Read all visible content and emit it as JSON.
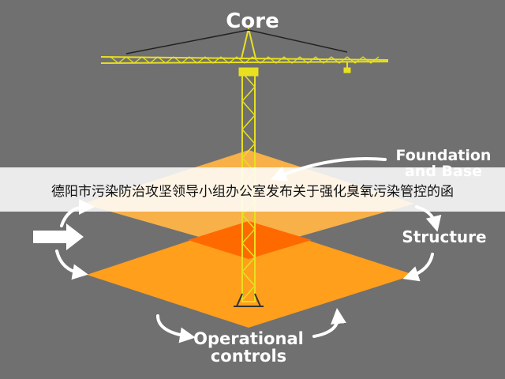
{
  "diagram": {
    "labels": {
      "core": "Core",
      "foundation": [
        "Foundation",
        "and Base"
      ],
      "structure": "Structure",
      "operational": [
        "Operational",
        "controls"
      ]
    },
    "colors": {
      "background": "#707070",
      "layer_light": "#FFB347",
      "layer_main": "#FF9F1C",
      "layer_center": "#FF6A00",
      "crane": "#E8E020",
      "arrow": "#FFFFFF"
    },
    "icons": [
      "tower-crane-icon",
      "right-arrow-icon",
      "curved-arrow-icon"
    ]
  },
  "banner": {
    "text": "德阳市污染防治攻坚领导小组办公室发布关于强化臭氧污染管控的函"
  }
}
